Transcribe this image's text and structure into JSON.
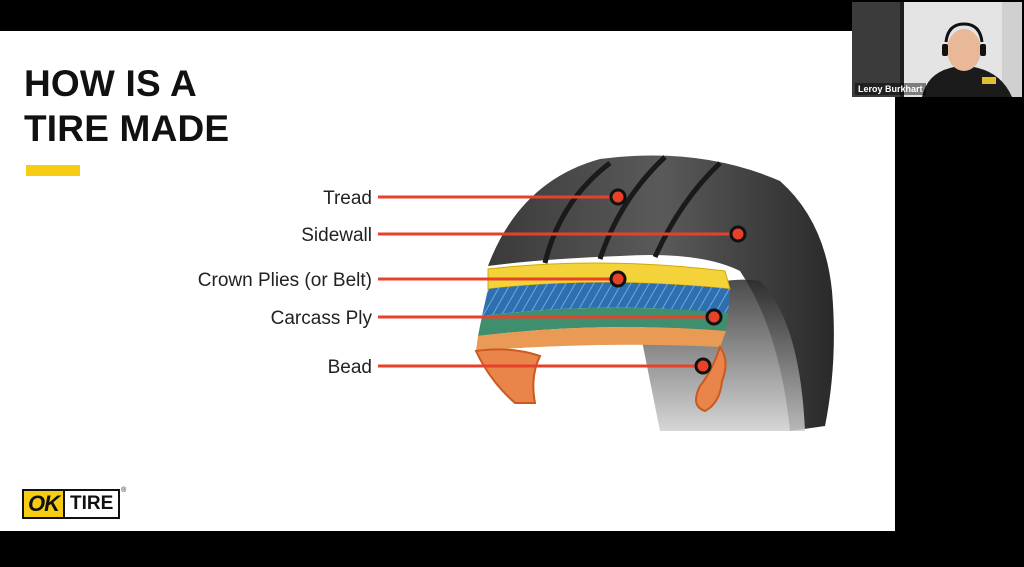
{
  "slide": {
    "title_line1": "HOW IS A",
    "title_line2": "TIRE MADE",
    "callouts": [
      {
        "label": "Tread"
      },
      {
        "label": "Sidewall"
      },
      {
        "label": "Crown Plies (or Belt)"
      },
      {
        "label": "Carcass Ply"
      },
      {
        "label": "Bead"
      }
    ],
    "logo": {
      "part1": "OK",
      "part2": "TIRE",
      "mark": "®"
    },
    "accent_color": "#f6cc15",
    "callout_color": "#e8412a"
  },
  "webcam": {
    "participant_name": "Leroy Burkhart"
  }
}
